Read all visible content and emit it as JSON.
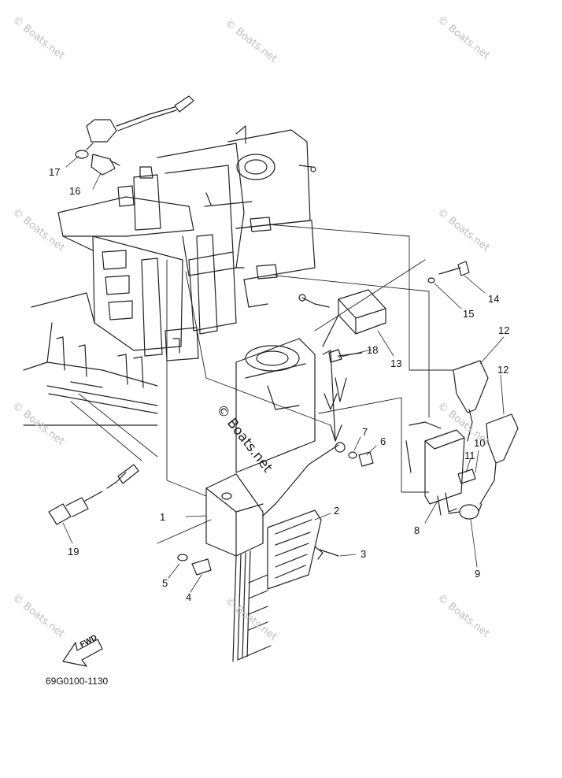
{
  "watermark": "© Boats.net",
  "part_numbers": [
    "1",
    "2",
    "3",
    "4",
    "5",
    "6",
    "7",
    "8",
    "9",
    "10",
    "11",
    "12",
    "12",
    "13",
    "14",
    "15",
    "16",
    "17",
    "18",
    "19"
  ],
  "doc_code": "69G0100-1130",
  "fwd_label": "FWD"
}
